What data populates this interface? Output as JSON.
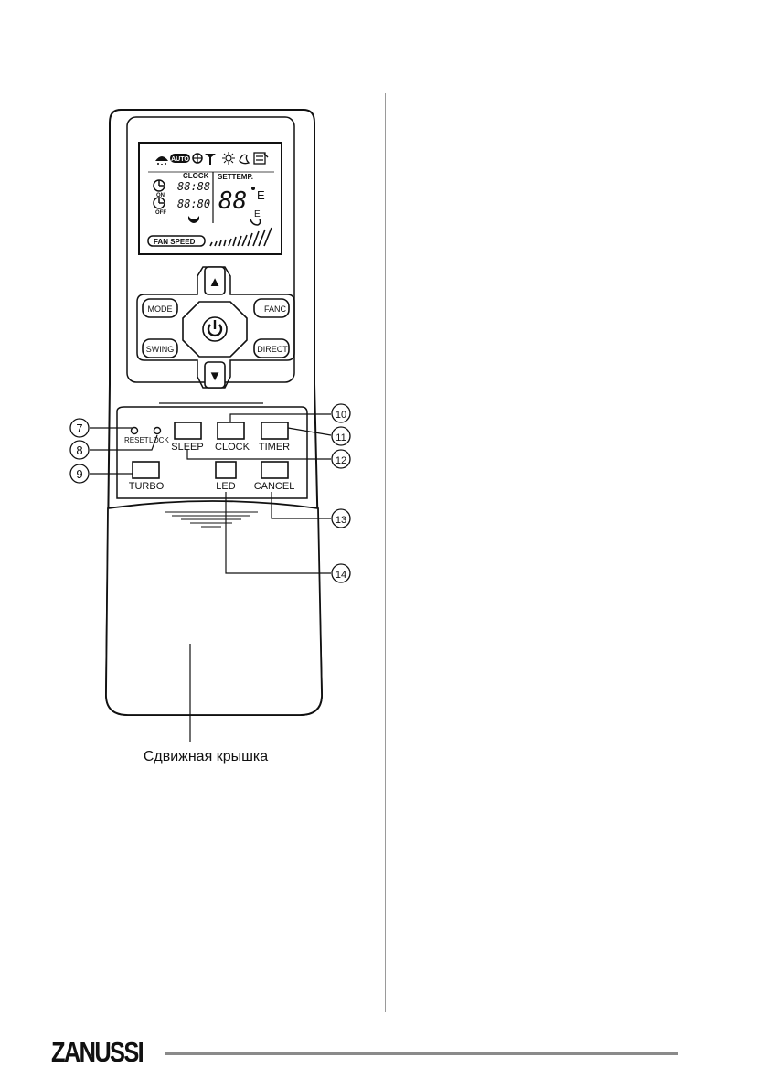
{
  "lcd": {
    "auto_badge": "AUTO",
    "clock_label": "CLOCK",
    "set_temp_label": "SETTEMP.",
    "clock_on_time": "88:88",
    "clock_off_time": "88:80",
    "on_label": "ON",
    "off_label": "OFF",
    "temp_digits": "88",
    "temp_unit": "E",
    "lower_unit": "E",
    "fan_speed_label": "FAN SPEED",
    "icons": [
      "dry-mode-icon",
      "auto-mode-icon",
      "cool-mode-icon",
      "snowflake-icon",
      "sun-icon",
      "fan-icon",
      "heat-mode-icon",
      "clock-on-icon",
      "clock-off-icon",
      "sleep-icon",
      "thermometer-icon"
    ]
  },
  "main_keys": {
    "mode": "MODE",
    "fanc": "FANC",
    "swing": "SWING",
    "direct": "DIRECT",
    "up_symbol": "▲",
    "down_symbol": "▼",
    "power_icon": "power-icon"
  },
  "lower_panel": {
    "reset": "RESET",
    "lock": "LOCK",
    "sleep": "SLEEP",
    "clock": "CLOCK",
    "timer": "TIMER",
    "turbo": "TURBO",
    "led": "LED",
    "cancel": "CANCEL"
  },
  "callouts": {
    "n7": "7",
    "n8": "8",
    "n9": "9",
    "n10": "10",
    "n11": "11",
    "n12": "12",
    "n13": "13",
    "n14": "14"
  },
  "caption": "Сдвижная крышка",
  "brand": "ZANUSSI"
}
